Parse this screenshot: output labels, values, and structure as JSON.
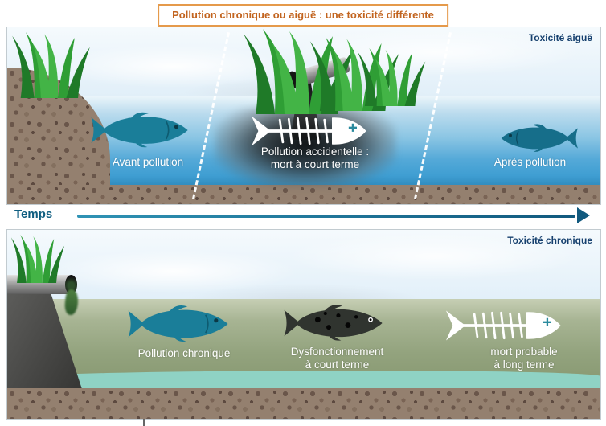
{
  "title": "Pollution chronique ou aiguë : une toxicité différente",
  "timeline": {
    "label": "Temps"
  },
  "top_panel": {
    "corner_label": "Toxicité aiguë",
    "avant_label": "Avant pollution",
    "accident_line1": "Pollution accidentelle :",
    "accident_line2": "mort à court terme",
    "apres_label": "Après pollution"
  },
  "bottom_panel": {
    "corner_label": "Toxicité chronique",
    "chronique_label": "Pollution chronique",
    "dysfonctionnement_line1": "Dysfonctionnement",
    "dysfonctionnement_line2": "à court terme",
    "mort_line1": "mort probable",
    "mort_line2": "à long terme"
  },
  "colors": {
    "title_orange": "#c2641f",
    "title_border": "#e59a4b",
    "corner_navy": "#16406e",
    "temps_navy": "#0e5d80",
    "arrow_teal": "#11597e",
    "fish_teal": "#1a7e99",
    "water_blue": "#3f9ed2",
    "water_green": "#93a37e",
    "turquoise_band": "#8fd2c4",
    "soil_brown": "#94806f",
    "grass_green": "#2f9e35"
  }
}
